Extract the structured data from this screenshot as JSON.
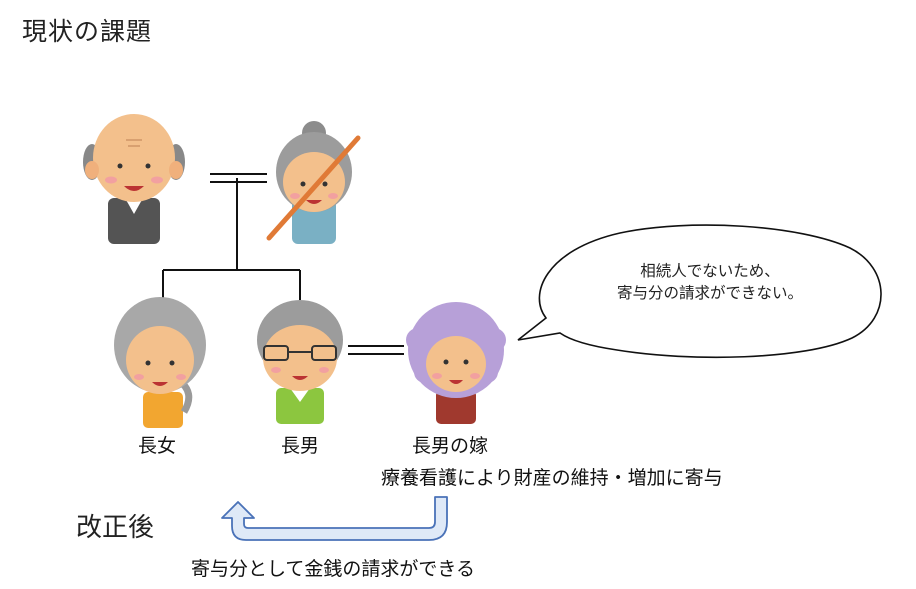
{
  "title": "現状の課題",
  "people": {
    "chonan": "長女",
    "chonan_male": "長男",
    "yome": "長男の嫁"
  },
  "note": "療養看護により財産の維持・増加に寄与",
  "bubble": {
    "line1": "相続人でないため、",
    "line2": "寄与分の請求ができない。"
  },
  "after": {
    "heading": "改正後",
    "caption": "寄与分として金銭の請求ができる"
  },
  "colors": {
    "line": "#111111",
    "cross": "#e07a36",
    "arrow_fill": "#dfe9f7",
    "arrow_stroke": "#4a72b8"
  }
}
